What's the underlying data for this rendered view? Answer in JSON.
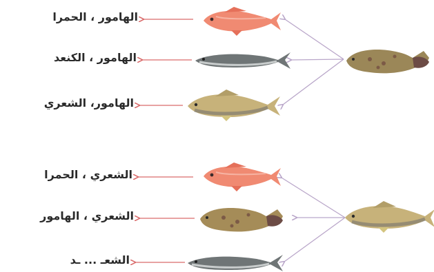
{
  "groups": [
    {
      "source_fish": "grouper",
      "rows": [
        {
          "label": "الهامور ، الحمرا",
          "fish": "red-snapper"
        },
        {
          "label": "الهامور ، الكنعد",
          "fish": "mackerel"
        },
        {
          "label": "الهامور، الشعري",
          "fish": "emperor"
        }
      ]
    },
    {
      "source_fish": "emperor",
      "rows": [
        {
          "label": "الشعري ، الحمرا",
          "fish": "red-snapper"
        },
        {
          "label": "الشعري ، الهامور",
          "fish": "grouper"
        },
        {
          "label": "الشعـ ... ـد",
          "fish": "mackerel"
        }
      ]
    }
  ],
  "colors": {
    "red_arrow": "#d96a6a",
    "purple_line": "#b9a6c9"
  }
}
